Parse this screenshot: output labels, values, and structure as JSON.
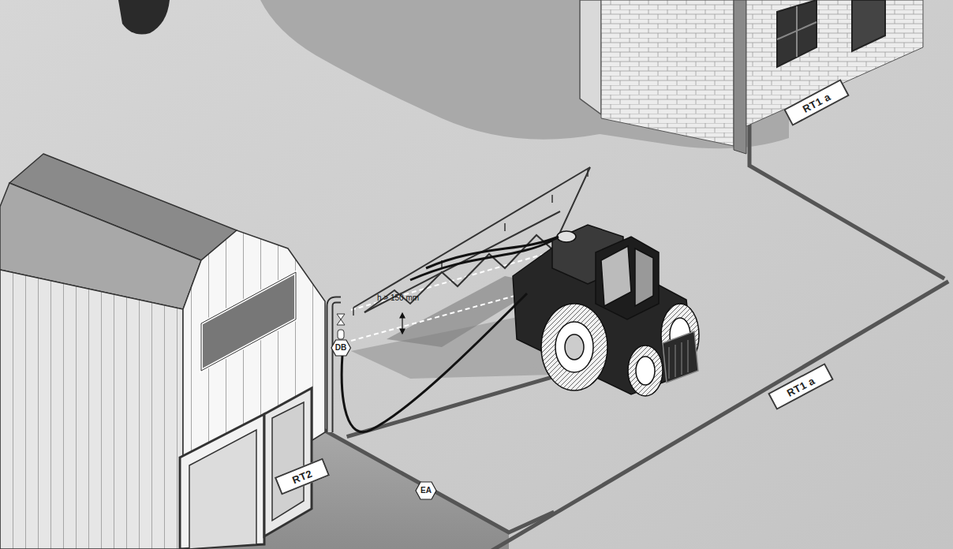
{
  "diagram": {
    "nodes": [
      {
        "text": [
          "RT1 a"
        ]
      },
      {
        "text": [
          "DB"
        ]
      },
      {
        "text": [
          "RT1 a"
        ]
      },
      {
        "text": [
          "RT2"
        ]
      },
      {
        "text": [
          "EA"
        ]
      }
    ],
    "labels": [
      "h > 150 mm"
    ]
  }
}
